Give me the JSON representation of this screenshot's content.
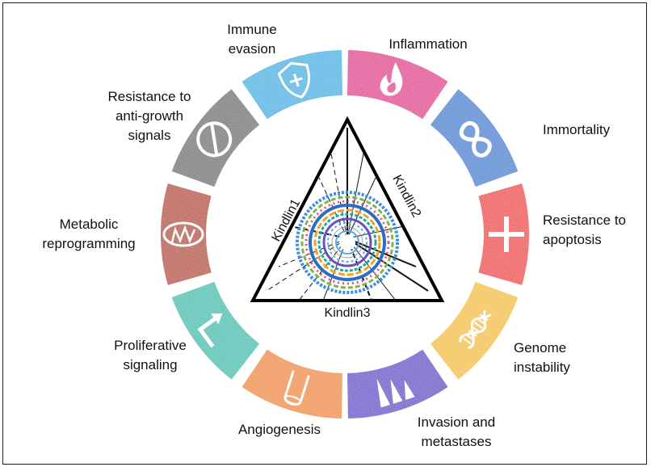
{
  "hallmarks": [
    {
      "key": "inflammation",
      "lines": [
        "Inflammation"
      ],
      "color": "#e2188d",
      "icon": "flame-icon"
    },
    {
      "key": "immortality",
      "lines": [
        "Immortality"
      ],
      "color": "#2a7fd2",
      "icon": "infinity-icon"
    },
    {
      "key": "resistance-to-apoptosis",
      "lines": [
        "Resistance to",
        "apoptosis"
      ],
      "color": "#ee2f2c",
      "icon": "cross-icon"
    },
    {
      "key": "genome-instability",
      "lines": [
        "Genome",
        "instability"
      ],
      "color": "#f3c111",
      "icon": "dna-icon"
    },
    {
      "key": "invasion-and-metastases",
      "lines": [
        "Invasion and",
        "metastases"
      ],
      "color": "#5a3bc9",
      "icon": "spikes-icon"
    },
    {
      "key": "angiogenesis",
      "lines": [
        "Angiogenesis"
      ],
      "color": "#ef8a14",
      "icon": "vessel-icon"
    },
    {
      "key": "proliferative-signaling",
      "lines": [
        "Proliferative",
        "signaling"
      ],
      "color": "#1cbfb0",
      "icon": "arrow-icon"
    },
    {
      "key": "metabolic-reprogramming",
      "lines": [
        "Metabolic",
        "reprogramming"
      ],
      "color": "#b53a12",
      "icon": "mitochondria-icon"
    },
    {
      "key": "resistance-to-anti-growth-signals",
      "lines": [
        "Resistance to",
        "anti-growth",
        "signals"
      ],
      "color": "#6f6a6a",
      "icon": "prohibited-icon"
    },
    {
      "key": "immune-evasion",
      "lines": [
        "Immune",
        "evasion"
      ],
      "color": "#2ab2e3",
      "icon": "shield-icon"
    }
  ],
  "triangle": {
    "left": "Kindlin1",
    "right": "Kindlin2",
    "bottom": "Kindlin3"
  }
}
